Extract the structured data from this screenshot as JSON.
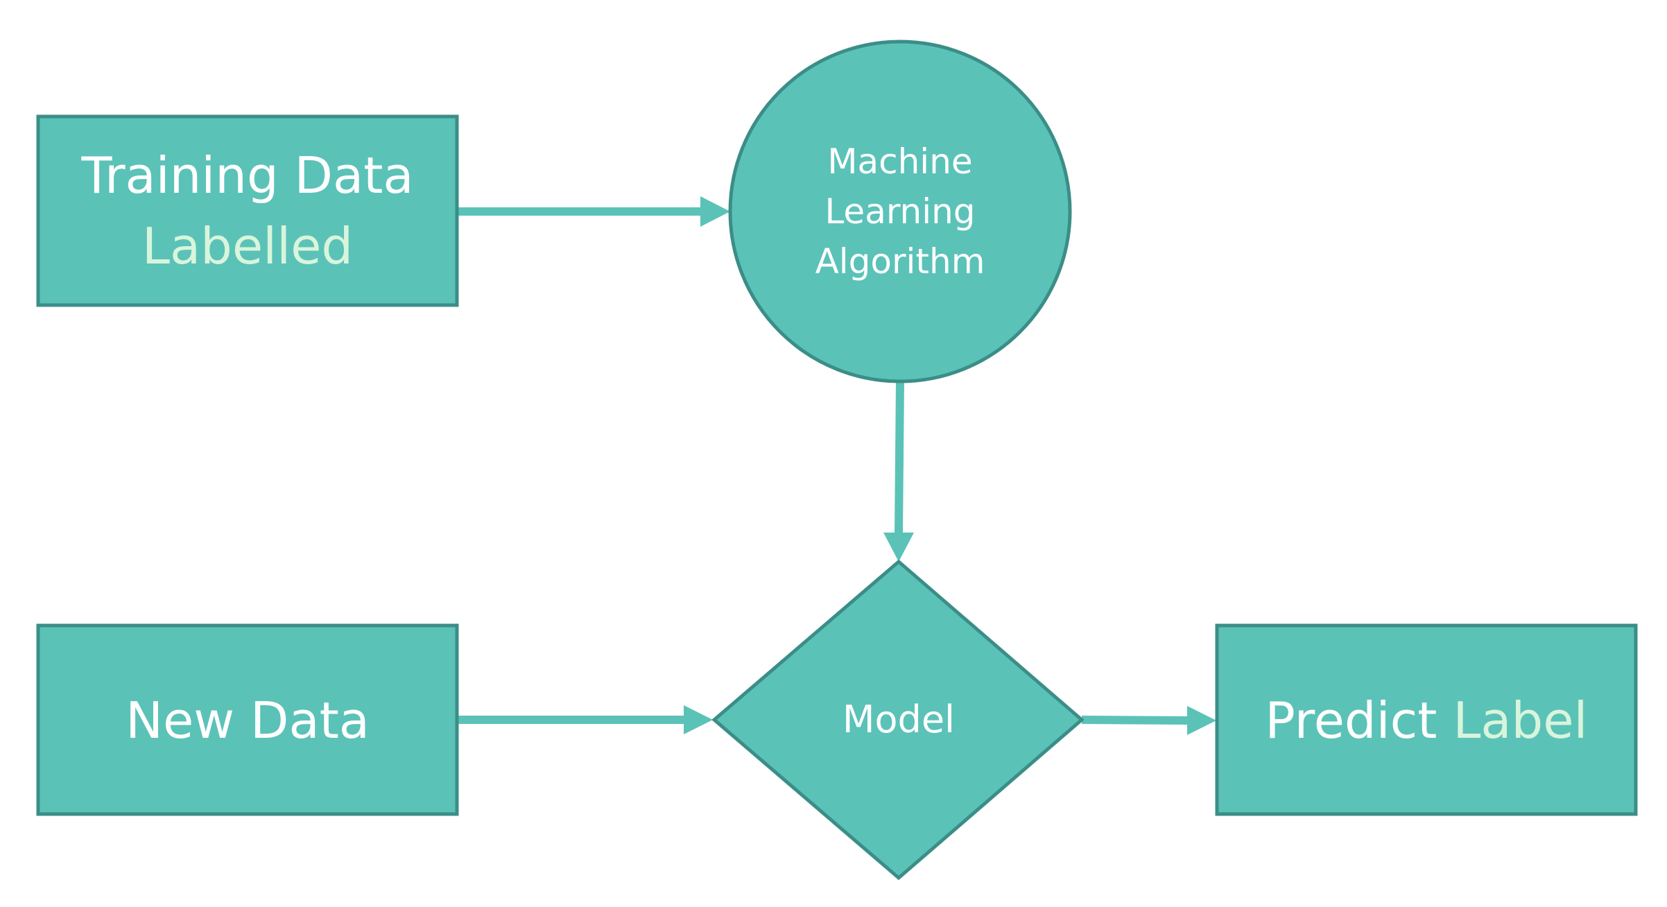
{
  "colors": {
    "fill": "#5BC2B8",
    "stroke": "#3B8E87",
    "arrow": "#5BC2B8",
    "text_white": "#FFFFFF",
    "text_highlight": "#D8F5DC"
  },
  "nodes": {
    "training_data": {
      "line1": "Training Data",
      "line2": "Labelled"
    },
    "ml_algorithm": {
      "line1": "Machine",
      "line2": "Learning",
      "line3": "Algorithm"
    },
    "new_data": {
      "label": "New Data"
    },
    "model": {
      "label": "Model"
    },
    "predict_label": {
      "word1": "Predict",
      "word2": "Label"
    }
  },
  "edges": [
    {
      "from": "training_data",
      "to": "ml_algorithm"
    },
    {
      "from": "ml_algorithm",
      "to": "model"
    },
    {
      "from": "new_data",
      "to": "model"
    },
    {
      "from": "model",
      "to": "predict_label"
    }
  ]
}
